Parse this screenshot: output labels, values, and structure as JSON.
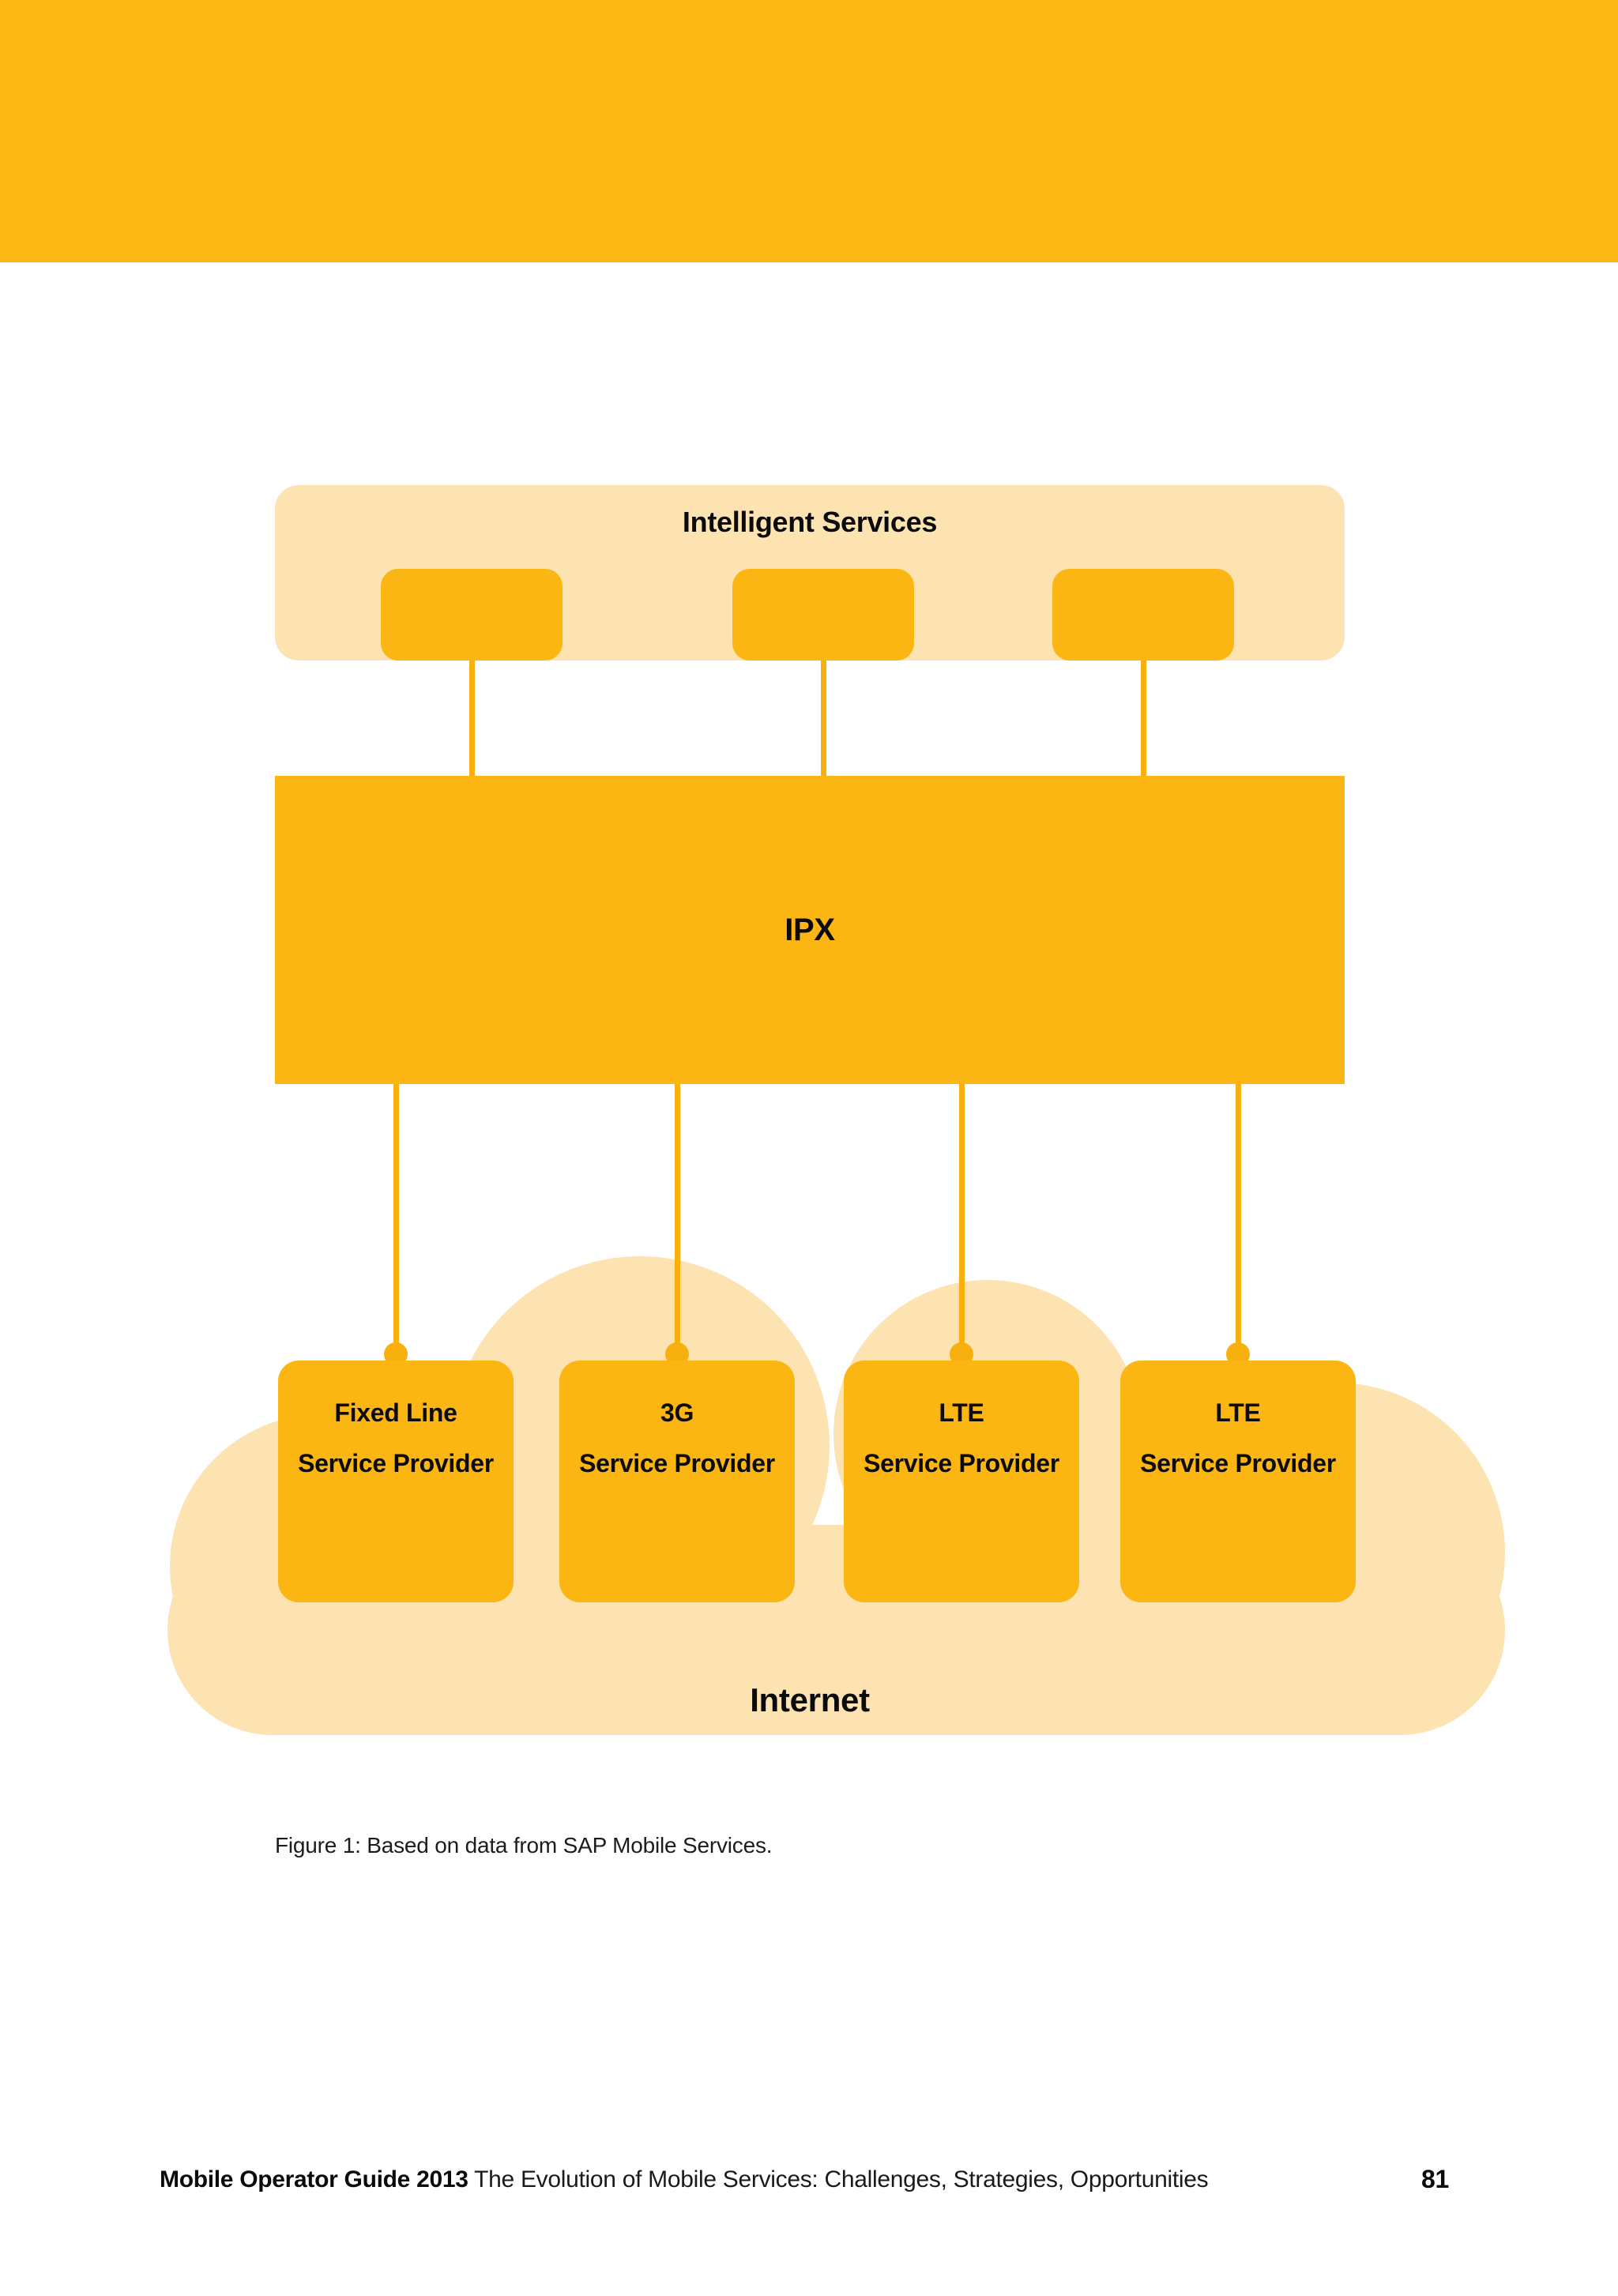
{
  "colors": {
    "band": "#FCB915",
    "accent_box": "#FCB613",
    "connector_line": "#F8B00E",
    "cloud_and_group_bg": "#FDE3B2",
    "text": "#0b0b0b"
  },
  "diagram": {
    "intelligent_services": {
      "title": "Intelligent Services",
      "module_count": 3
    },
    "ipx": {
      "label": "IPX"
    },
    "providers": [
      {
        "line1": "Fixed Line",
        "line2": "Service Provider"
      },
      {
        "line1": "3G",
        "line2": "Service Provider"
      },
      {
        "line1": "LTE",
        "line2": "Service Provider"
      },
      {
        "line1": "LTE",
        "line2": "Service Provider"
      }
    ],
    "internet": {
      "label": "Internet"
    }
  },
  "caption": "Figure 1: Based on data from SAP Mobile Services.",
  "footer": {
    "title_bold": "Mobile Operator Guide 2013",
    "subtitle": "The Evolution of Mobile Services: Challenges, Strategies, Opportunities",
    "page_number": "81"
  }
}
